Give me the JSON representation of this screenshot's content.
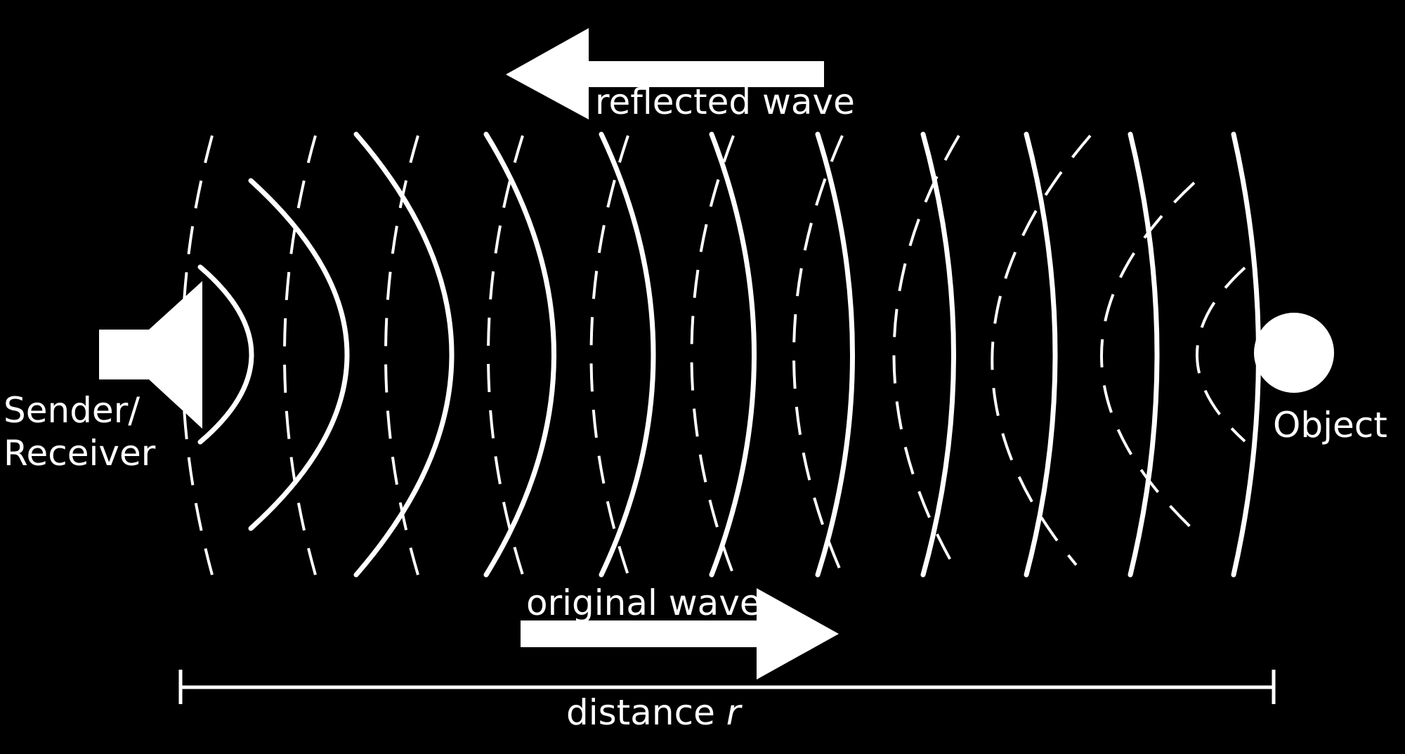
{
  "colors": {
    "background": "#000000",
    "foreground": "#ffffff"
  },
  "labels": {
    "reflected_wave": "reflected wave",
    "original_wave": "original wave",
    "sender_line1": "Sender/",
    "sender_line2": "Receiver",
    "object": "Object",
    "distance_prefix": "distance ",
    "distance_symbol": "r"
  },
  "icons": {
    "speaker": "speaker-icon",
    "object": "circle-shape",
    "left_arrow": "arrow-left-icon",
    "right_arrow": "arrow-right-icon"
  }
}
